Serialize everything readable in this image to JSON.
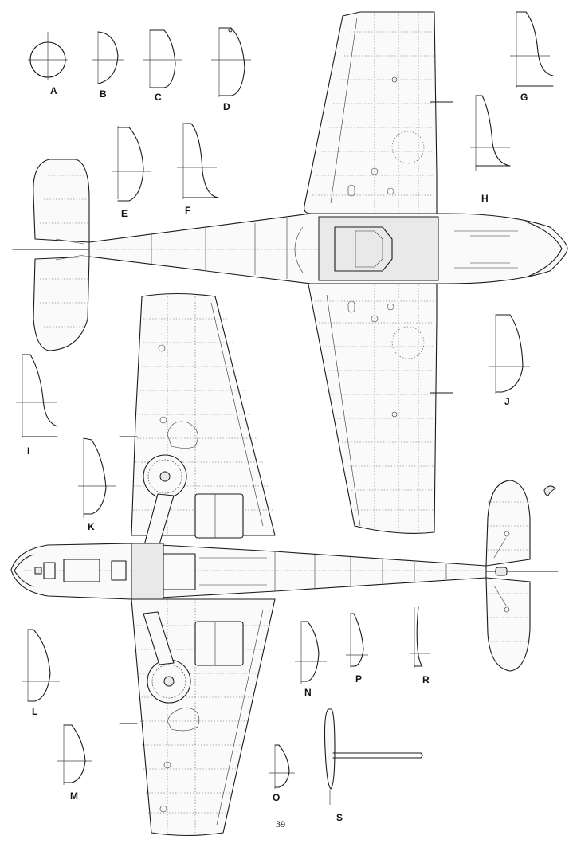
{
  "section_labels": [
    "A",
    "B",
    "C",
    "D",
    "E",
    "F",
    "G",
    "H",
    "I",
    "J",
    "K",
    "L",
    "M",
    "N",
    "O",
    "P",
    "R",
    "S"
  ],
  "page_number": "39",
  "icons": {
    "top_view": "aircraft-top-view-icon",
    "bottom_view": "aircraft-bottom-view-icon",
    "balance_weight": "mass-balance-icon"
  },
  "colors": {
    "ink": "#1a1a1a",
    "paper": "#ffffff"
  }
}
